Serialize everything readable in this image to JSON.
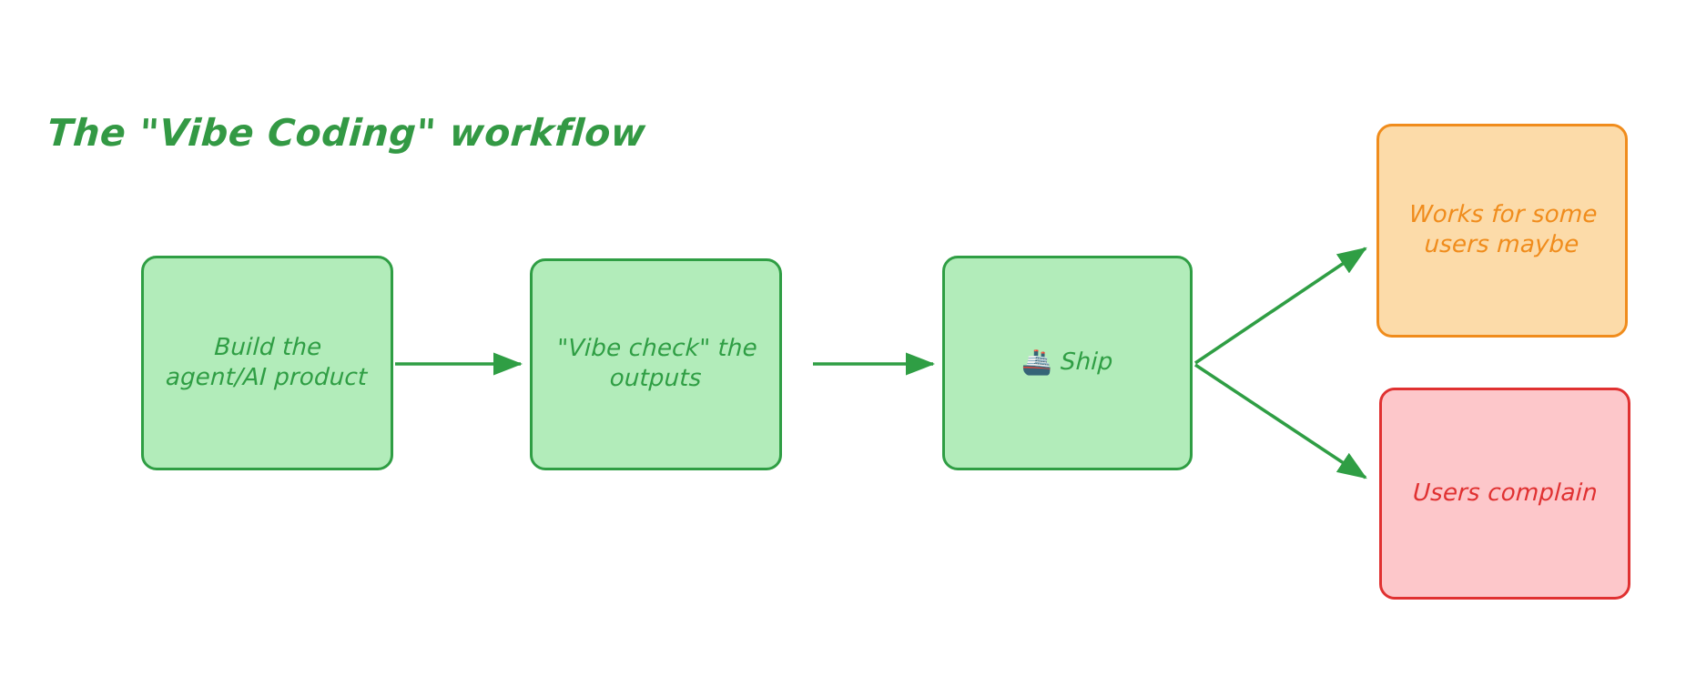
{
  "title": "The \"Vibe Coding\" workflow",
  "colors": {
    "green_fill": "#b2ecba",
    "green_stroke": "#2f9e44",
    "orange_fill": "#fcdba9",
    "orange_stroke": "#f08c1c",
    "red_fill": "#fdc7ca",
    "red_stroke": "#e03131",
    "arrow": "#2f9e44",
    "background": "#ffffff",
    "title_color": "#339944"
  },
  "nodes": {
    "build": {
      "label": "Build the\nagent/AI product",
      "type": "process",
      "color": "green"
    },
    "vibe": {
      "label": "\"Vibe check\" the\noutputs",
      "type": "process",
      "color": "green"
    },
    "ship": {
      "label": "Ship",
      "emoji": "🚢",
      "type": "process",
      "color": "green"
    },
    "works": {
      "label": "Works for some\nusers maybe",
      "type": "outcome",
      "color": "orange"
    },
    "complain": {
      "label": "Users complain",
      "type": "outcome",
      "color": "red"
    }
  },
  "edges": [
    {
      "from": "build",
      "to": "vibe",
      "label": "",
      "style": "straight-arrow"
    },
    {
      "from": "vibe",
      "to": "ship",
      "label": "",
      "style": "straight-arrow"
    },
    {
      "from": "ship",
      "to": "works",
      "label": "",
      "style": "diagonal-arrow-up"
    },
    {
      "from": "ship",
      "to": "complain",
      "label": "",
      "style": "diagonal-arrow-down"
    }
  ]
}
